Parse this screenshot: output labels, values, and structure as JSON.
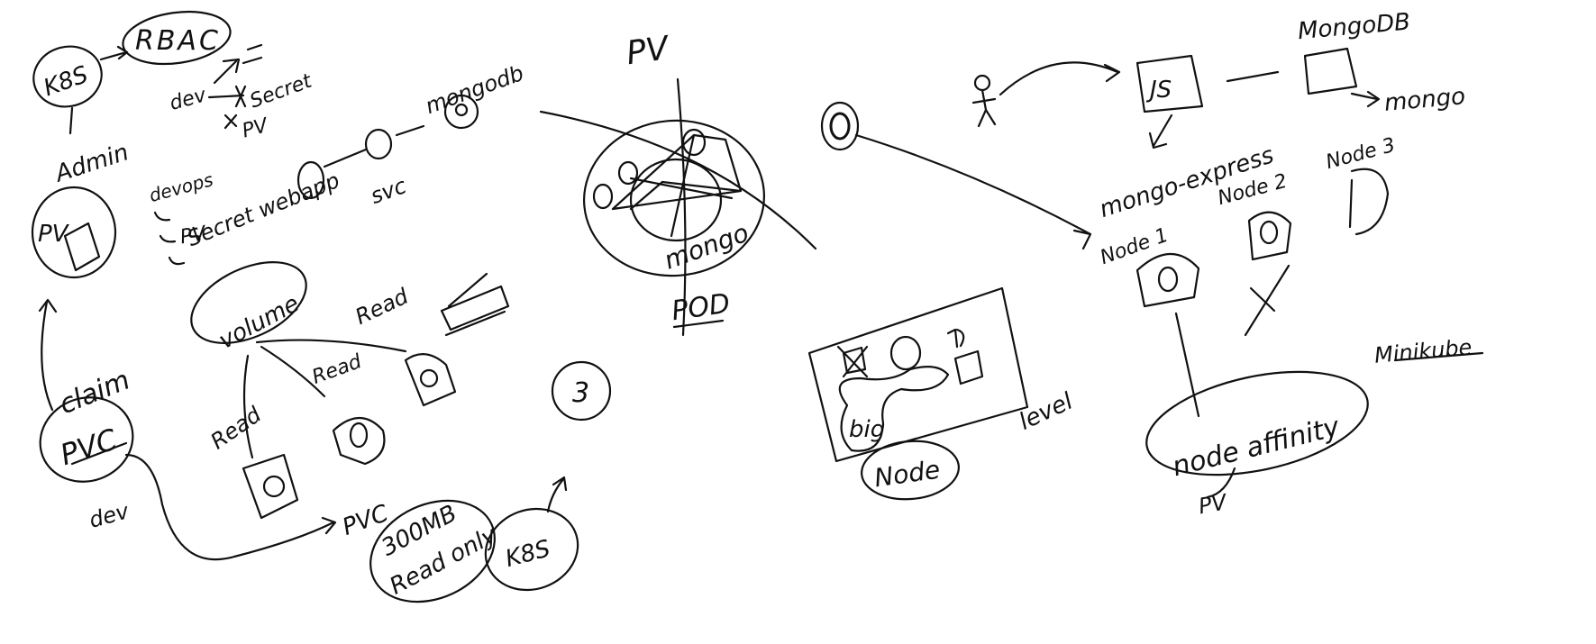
{
  "canvas": {
    "background": "#ffffff",
    "ink": "#111111"
  },
  "left": {
    "k8s": "K8S",
    "rbac": "RBAC",
    "admin": "Admin",
    "dev": "dev",
    "dev_secret": "Secret",
    "dev_pv": "PV",
    "mongodb": "mongodb",
    "svc": "svc",
    "devops": "devops",
    "devops_items": [
      "Secret webapp",
      "PV"
    ],
    "pv": "PV",
    "claim": "claim",
    "pvc": "PVC",
    "pvc_dev": "dev",
    "volume": "volume",
    "read_labels": [
      "Read",
      "Read",
      "Read"
    ],
    "pod_count": "3",
    "pvc_request_label": "PVC",
    "request_text": [
      "300MB",
      "Read only"
    ],
    "k8s_bottom": "K8S"
  },
  "middle": {
    "pv": "PV",
    "mongo": "mongo",
    "pod": "POD"
  },
  "right": {
    "js": "JS",
    "mongodb": "MongoDB",
    "mongo": "mongo",
    "mongo_express": "mongo-express",
    "nodes": [
      "Node 1",
      "Node 2",
      "Node 3"
    ],
    "minikube": "Minikube",
    "node_affinity": "node affinity",
    "pv": "PV",
    "level": "level",
    "node": "Node",
    "big": "big"
  }
}
